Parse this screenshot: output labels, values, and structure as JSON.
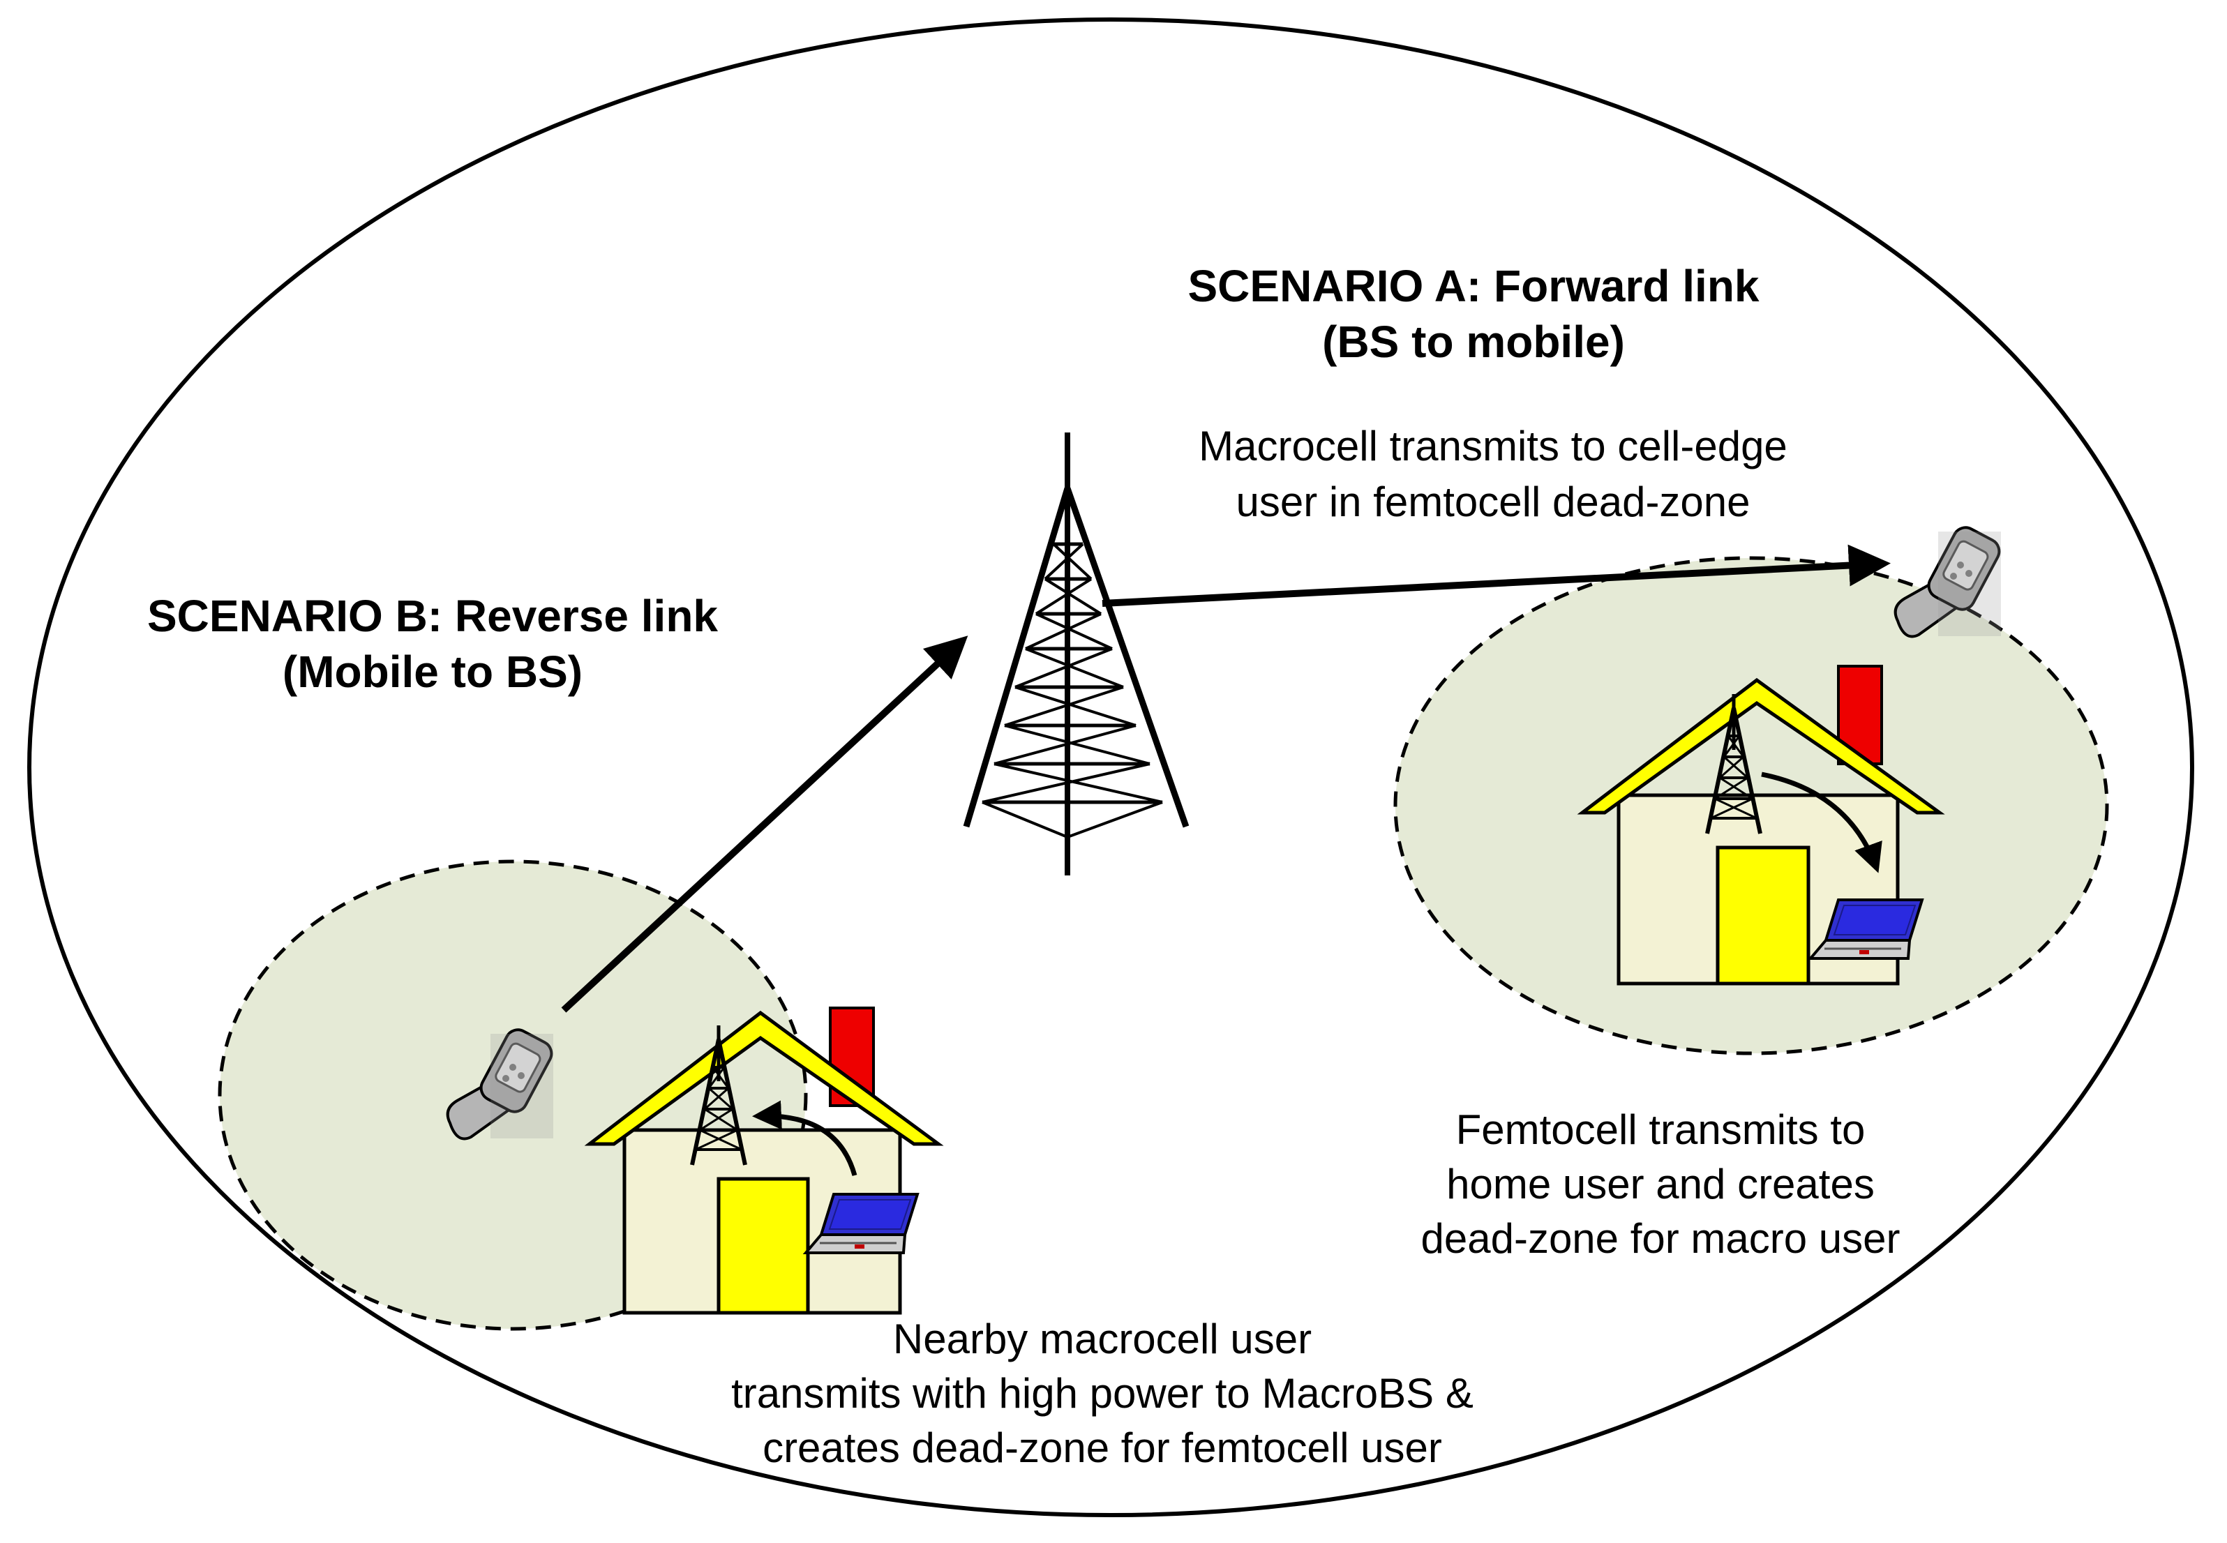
{
  "scenario_a": {
    "title_line1": "SCENARIO A: Forward link",
    "title_line2": "(BS to mobile)",
    "desc_line1": "Macrocell transmits to cell-edge",
    "desc_line2": "user in femtocell dead-zone"
  },
  "scenario_b": {
    "title_line1": "SCENARIO B: Reverse link",
    "title_line2": "(Mobile to BS)"
  },
  "femtocell_note": {
    "line1": "Femtocell transmits to",
    "line2": "home user and creates",
    "line3": "dead-zone for macro user"
  },
  "macrocell_user_note": {
    "line1": "Nearby macrocell user",
    "line2": "transmits with high power to MacroBS  &",
    "line3": "creates dead-zone for femtocell user"
  },
  "colors": {
    "femtocell_area": "#e5ead6",
    "house_wall": "#f3f2d4",
    "roof": "#ffff00",
    "door": "#ffff00",
    "chimney": "#ee0000",
    "laptop_screen": "#3030d0",
    "phone": "#a8a8a8"
  },
  "icons": [
    "macro-tower-icon",
    "femto-antenna-icon",
    "house-icon",
    "laptop-icon",
    "phone-icon",
    "arrow-icon"
  ]
}
